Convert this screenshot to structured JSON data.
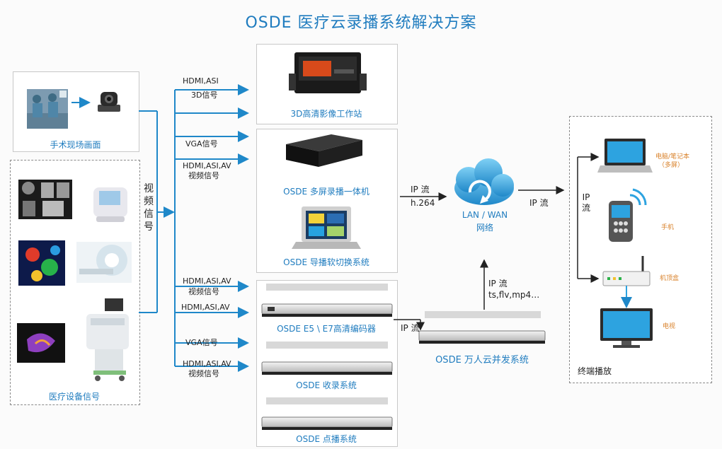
{
  "title": "OSDE 医疗云录播系统解决方案",
  "left": {
    "surgery_label": "手术现场画面",
    "medical_label": "医疗设备信号",
    "video_signal_vertical": "视频信号"
  },
  "signals": {
    "s1a": "HDMI,ASI",
    "s1b": "3D信号",
    "s2": "VGA信号",
    "s3a": "HDMI,ASI,AV",
    "s3b": "视频信号",
    "s4a": "HDMI,ASI,AV",
    "s4b": "视频信号",
    "s5": "HDMI,ASI,AV",
    "s6": "VGA信号",
    "s7a": "HDMI,ASI,AV",
    "s7b": "视频信号"
  },
  "middle": {
    "workstation": "3D高清影像工作站",
    "multiscreen": "OSDE 多屏录播一体机",
    "switcher": "OSDE 导播软切换系统",
    "encoder": "OSDE E5 \\ E7高清编码器",
    "recorder": "OSDE 收录系统",
    "vod": "OSDE 点播系统"
  },
  "network": {
    "ipflow_in": "IP 流",
    "codec": "h.264",
    "cloud_label_1": "LAN / WAN",
    "cloud_label_2": "网络",
    "ipflow_out": "IP 流",
    "ipflow_up": "IP 流",
    "formats": "ts,flv,mp4…",
    "ipflow_enc": "IP 流",
    "concurrency": "OSDE 万人云并发系统"
  },
  "terminals": {
    "ipflow_vertical": "IP流",
    "laptop": "电脑/笔记本",
    "laptop_sub": "（多屏）",
    "phone": "手机",
    "settop": "机顶盒",
    "tv": "电视",
    "label": "终端播放"
  },
  "colors": {
    "accent": "#1f7cbf",
    "arrow": "#1f88c9",
    "orange": "#d9822b"
  }
}
